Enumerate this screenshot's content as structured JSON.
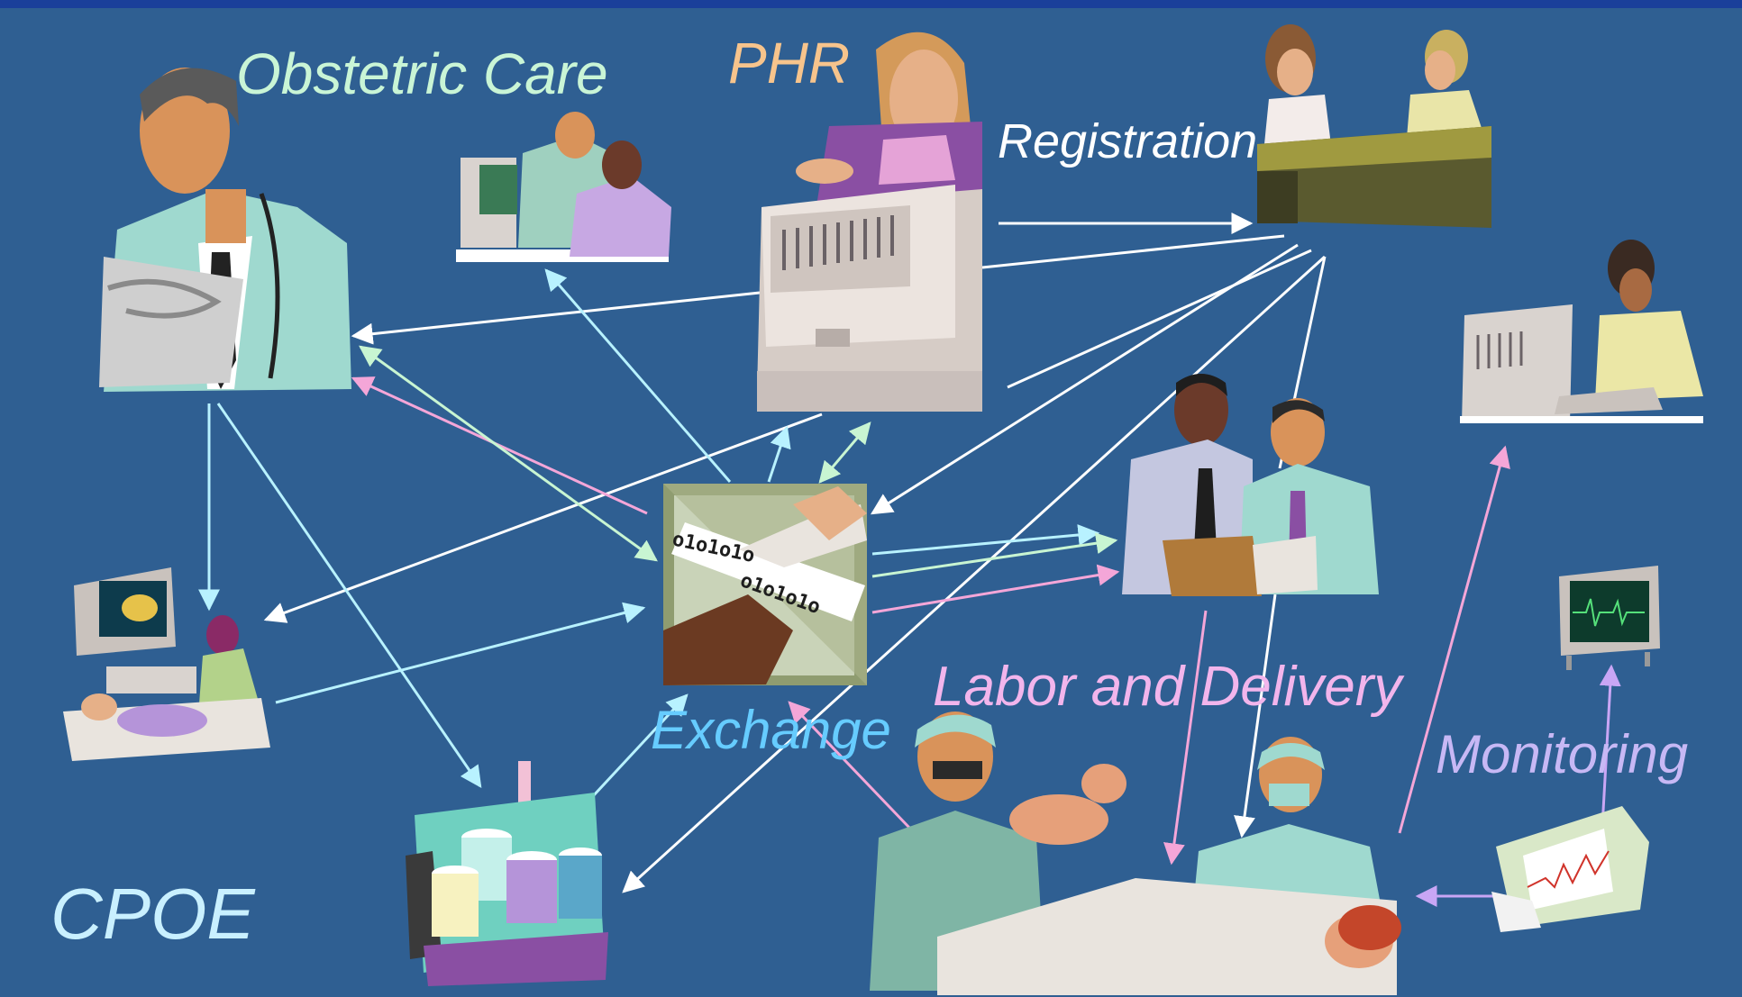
{
  "labels": {
    "obstetric_care": "Obstetric Care",
    "phr": "PHR",
    "registration": "Registration",
    "labor_and_delivery": "Labor and Delivery",
    "exchange": "Exchange",
    "monitoring": "Monitoring",
    "cpoe": "CPOE"
  },
  "colors": {
    "background": "#2f5f92",
    "top_bar": "#1a3f9a",
    "obstetric_care_text": "#c9f5d6",
    "phr_text": "#f7c48c",
    "registration_text": "#ffffff",
    "labor_and_delivery_text": "#f2b5ec",
    "exchange_text": "#66ccff",
    "monitoring_text": "#c7b8f5",
    "cpoe_text": "#c9f0ff",
    "arrow_white": "#ffffff",
    "arrow_mint": "#c8f5d2",
    "arrow_cyan": "#b8f2ff",
    "arrow_pink": "#f4a6d8",
    "arrow_lavender": "#c9a6f5"
  }
}
